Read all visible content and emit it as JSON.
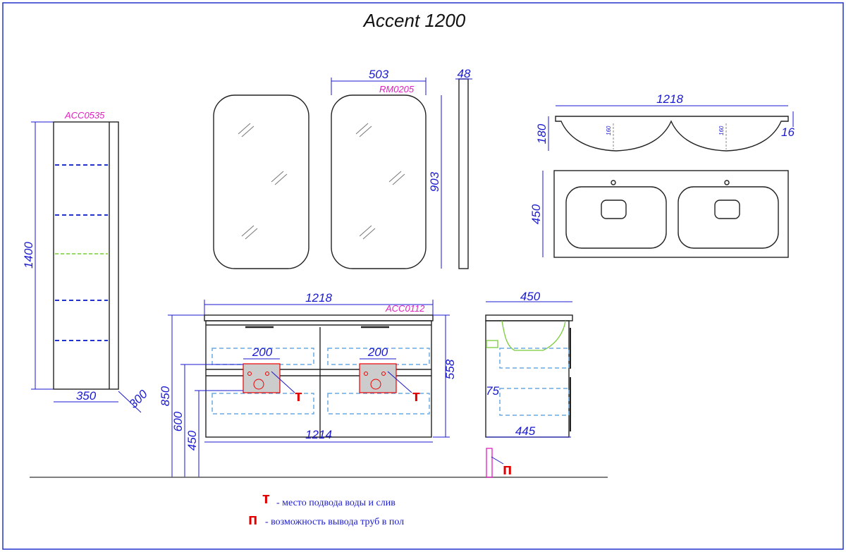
{
  "title": "Accent 1200",
  "codes": {
    "cabinet": "ACC0535",
    "mirror": "RM0205",
    "vanity": "ACC0112"
  },
  "dims": {
    "cab_h": "1400",
    "cab_w": "350",
    "cab_d": "300",
    "mirror_w": "503",
    "mirror_d": "48",
    "mirror_h": "903",
    "basin_w": "1218",
    "basin_h": "180",
    "basin_t": "16",
    "basin_inner": "160",
    "basin_d": "450",
    "vanity_w_top": "1218",
    "vanity_w_bottom": "1214",
    "vanity_h": "558",
    "connect_w": "200",
    "h850": "850",
    "h600": "600",
    "h450": "450",
    "side_top": "450",
    "side_bottom": "445",
    "side_75": "75"
  },
  "markers": {
    "t": "т",
    "p": "п"
  },
  "legend": [
    {
      "mark": "т",
      "text": "- место подвода воды и слив"
    },
    {
      "mark": "п",
      "text": "- возможность вывода труб в пол"
    }
  ]
}
